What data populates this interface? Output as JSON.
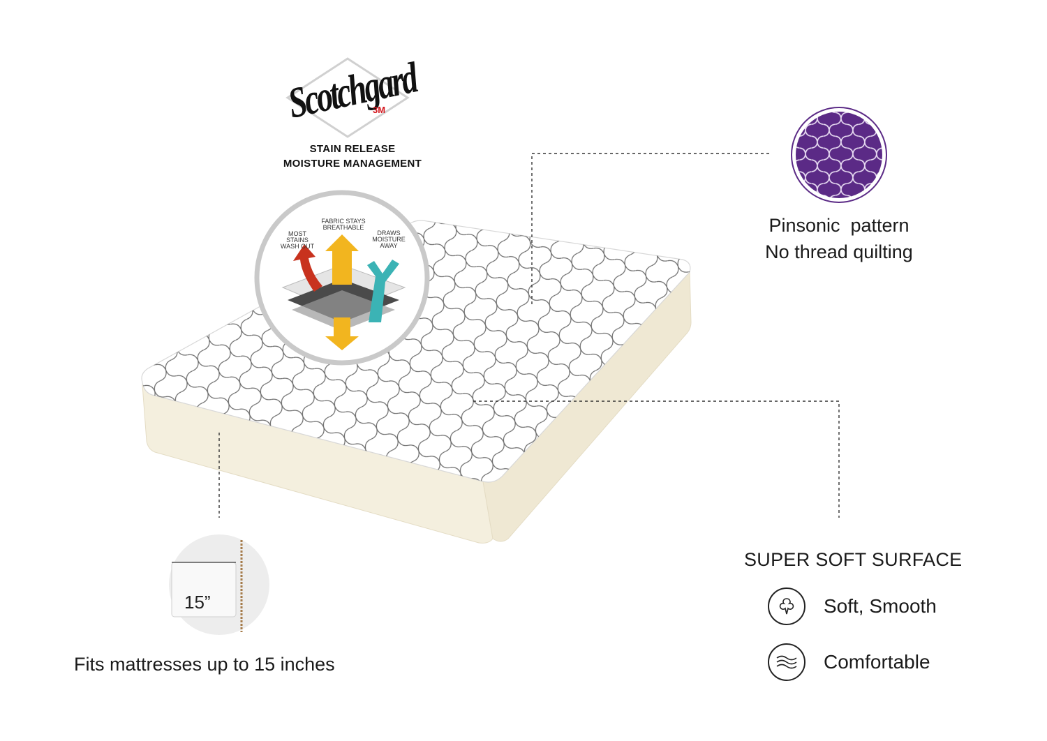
{
  "brand": {
    "logo_text": "Scotchgard",
    "logo_mark": "3M",
    "tagline_line1": "STAIN RELEASE",
    "tagline_line2": "MOISTURE MANAGEMENT"
  },
  "tech_diagram": {
    "label_left": "MOST\nSTAINS\nWASH OUT",
    "label_center": "FABRIC STAYS\nBREATHABLE",
    "label_right": "DRAWS\nMOISTURE\nAWAY"
  },
  "pattern_feature": {
    "line1": "Pinsonic  pattern",
    "line2": "No thread quilting",
    "swatch_color": "#5b2a86"
  },
  "surface": {
    "title": "SUPER SOFT SURFACE",
    "items": [
      {
        "icon": "cotton-icon",
        "label": "Soft, Smooth"
      },
      {
        "icon": "waves-icon",
        "label": "Comfortable"
      }
    ]
  },
  "fit": {
    "depth_label": "15”",
    "caption": "Fits mattresses up to 15 inches"
  },
  "colors": {
    "mattress_side": "#f4efde",
    "quilt_line": "#6b6b6b",
    "arrow_red": "#c8321e",
    "arrow_yellow": "#f2b51f",
    "arrow_teal": "#3bb3b5"
  }
}
